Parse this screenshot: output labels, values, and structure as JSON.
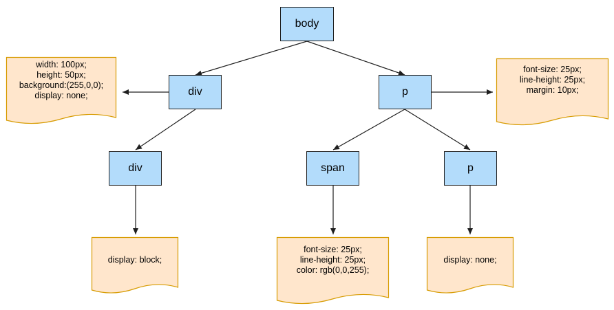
{
  "diagram": {
    "nodes": {
      "body": "body",
      "div_parent": "div",
      "p_parent": "p",
      "div_child": "div",
      "span_child": "span",
      "p_child": "p"
    },
    "notes": {
      "div_parent_styles": [
        "width: 100px;",
        "height: 50px;",
        "background:(255,0,0);",
        "display: none;"
      ],
      "p_parent_styles": [
        "font-size: 25px;",
        "line-height: 25px;",
        "margin: 10px;"
      ],
      "div_child_styles": [
        "display: block;"
      ],
      "span_child_styles": [
        "font-size: 25px;",
        "line-height: 25px;",
        "color: rgb(0,0,255);"
      ],
      "p_child_styles": [
        "display: none;"
      ]
    },
    "colors": {
      "node_fill": "#b3dcfb",
      "node_border": "#1f1f1f",
      "note_fill": "#ffe6cc",
      "note_border": "#d79b00",
      "edge": "#1f1f1f"
    }
  }
}
